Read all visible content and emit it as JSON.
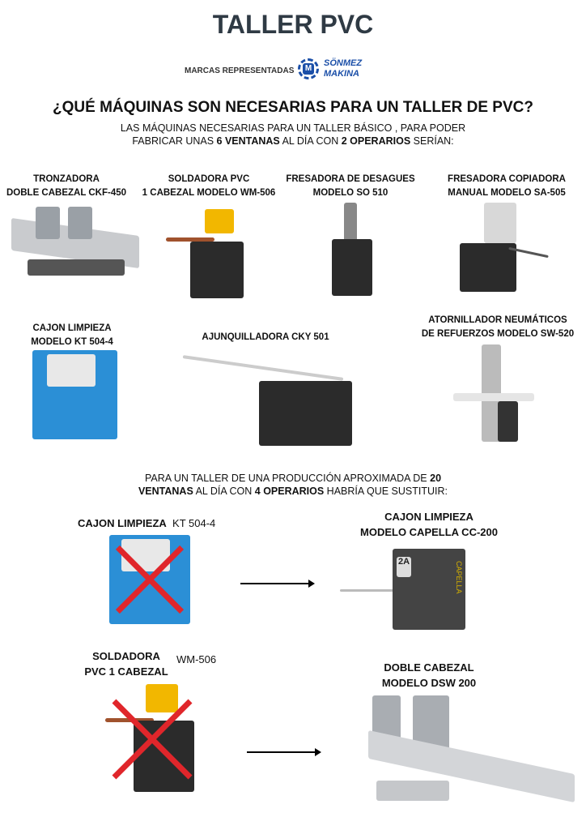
{
  "title": "TALLER PVC",
  "brands_label": "MARCAS REPRESENTADAS",
  "brand_logo": {
    "line1": "SÖNMEZ",
    "line2": "MAKINA",
    "mark": "M"
  },
  "heading": "¿QUÉ MÁQUINAS SON NECESARIAS PARA UN TALLER DE PVC?",
  "intro": {
    "l1": "LAS MÁQUINAS NECESARIAS PARA UN TALLER BÁSICO , PARA PODER",
    "l2a": "FABRICAR UNAS ",
    "l2b": "6 VENTANAS",
    "l2c": " AL DÍA CON ",
    "l2d": "2 OPERARIOS",
    "l2e": " SERÍAN:"
  },
  "machines": [
    {
      "l1": "TRONZADORA",
      "l2": "DOBLE CABEZAL CKF-450"
    },
    {
      "l1": "SOLDADORA PVC",
      "l2": "1 CABEZAL MODELO WM-506"
    },
    {
      "l1": "FRESADORA DE DESAGUES",
      "l2": "MODELO SO 510"
    },
    {
      "l1": "FRESADORA COPIADORA",
      "l2": "MANUAL MODELO SA-505"
    },
    {
      "l1": "CAJON LIMPIEZA",
      "l2": "MODELO KT 504-4"
    },
    {
      "l1": "AJUNQUILLADORA CKY 501",
      "l2": ""
    },
    {
      "l1": "ATORNILLADOR NEUMÁTICOS",
      "l2": "DE REFUERZOS MODELO SW-520"
    }
  ],
  "production": {
    "l1a": "PARA UN TALLER DE UNA PRODUCCIÓN APROXIMADA DE ",
    "l1b": "20",
    "l2a": "VENTANAS",
    "l2b": " AL DÍA CON ",
    "l2c": "4 OPERARIOS",
    "l2d": " HABRÍA QUE SUSTITUIR:"
  },
  "replacements": [
    {
      "old_name": "CAJON LIMPIEZA",
      "old_model": "KT 504-4",
      "new_l1": "CAJON LIMPIEZA",
      "new_l2": "MODELO CAPELLA CC-200",
      "new_label": "CAPELLA",
      "badge": "2A"
    },
    {
      "old_l1": "SOLDADORA",
      "old_l2": "PVC 1 CABEZAL",
      "old_model": "WM-506",
      "new_l1": "DOBLE CABEZAL",
      "new_l2": "MODELO  DSW 200"
    }
  ]
}
